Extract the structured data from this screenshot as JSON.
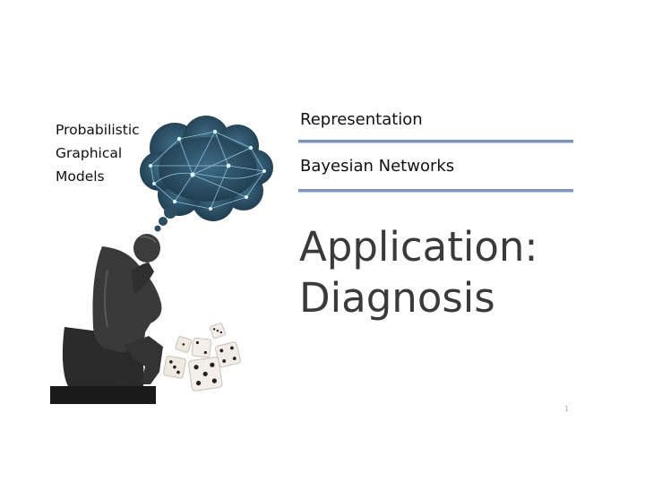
{
  "course": {
    "line1": "Probabilistic",
    "line2": "Graphical",
    "line3": "Models"
  },
  "section": "Representation",
  "subsection": "Bayesian Networks",
  "title": {
    "line1": "Application:",
    "line2": "Diagnosis"
  },
  "page_mark": "1",
  "illustration": {
    "icons": [
      "thinker-statue-icon",
      "thought-cloud-network-icon",
      "dice-icon"
    ]
  },
  "colors": {
    "rule": "#7f95ba",
    "cloud": "#2f4f66",
    "title_text": "#3a3a3a"
  }
}
